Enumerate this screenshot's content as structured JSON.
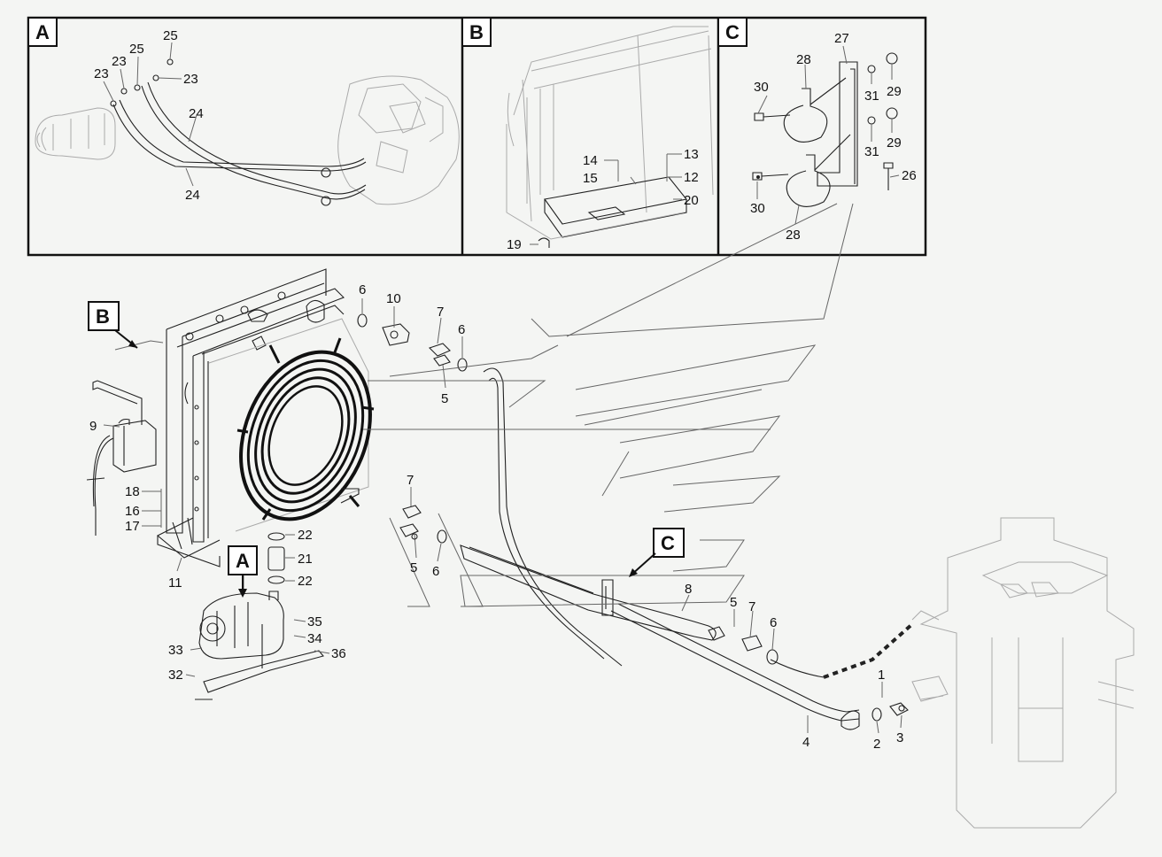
{
  "detail_views": [
    {
      "tag": "A"
    },
    {
      "tag": "B"
    },
    {
      "tag": "C"
    }
  ],
  "callouts_main": [
    {
      "tag": "B"
    },
    {
      "tag": "A"
    },
    {
      "tag": "C"
    }
  ],
  "part_labels": {
    "a_25_top": "25",
    "a_25_mid": "25",
    "a_23_a": "23",
    "a_23_b": "23",
    "a_23_c": "23",
    "a_24_top": "24",
    "a_24_bot": "24",
    "b_14": "14",
    "b_15": "15",
    "b_13": "13",
    "b_12": "12",
    "b_20": "20",
    "b_19": "19",
    "c_27": "27",
    "c_28_top": "28",
    "c_28_bot": "28",
    "c_30_top": "30",
    "c_30_bot": "30",
    "c_31_top": "31",
    "c_31_bot": "31",
    "c_29_top": "29",
    "c_29_bot": "29",
    "c_26": "26",
    "m_6_a": "6",
    "m_10": "10",
    "m_7_a": "7",
    "m_6_b": "6",
    "m_5_a": "5",
    "m_9": "9",
    "m_18": "18",
    "m_16": "16",
    "m_17": "17",
    "m_11": "11",
    "m_22_top": "22",
    "m_21": "21",
    "m_22_bot": "22",
    "m_7_b": "7",
    "m_5_b": "5",
    "m_6_c": "6",
    "m_8": "8",
    "m_5_c": "5",
    "m_7_c": "7",
    "m_6_d": "6",
    "m_1": "1",
    "m_2": "2",
    "m_3": "3",
    "m_4": "4",
    "m_35": "35",
    "m_34": "34",
    "m_33": "33",
    "m_36": "36",
    "m_32": "32"
  },
  "colors": {
    "line": "#222222",
    "background": "#f4f5f3"
  }
}
